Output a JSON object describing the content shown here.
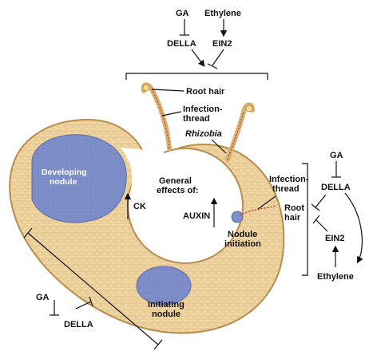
{
  "top_pathway": {
    "ga": "GA",
    "ethylene": "Ethylene",
    "della": "DELLA",
    "ein2": "EIN2"
  },
  "right_pathway": {
    "ga": "GA",
    "della": "DELLA",
    "ein2": "EIN2",
    "ethylene": "Ethylene"
  },
  "bottom_pathway": {
    "ga": "GA",
    "della": "DELLA"
  },
  "labels": {
    "root_hair_top": "Root hair",
    "infection_thread_top_1": "Infection-",
    "infection_thread_top_2": "thread",
    "rhizobia": "Rhizobia",
    "infection_thread_right_1": "Infection-",
    "infection_thread_right_2": "thread",
    "root_hair_right_1": "Root",
    "root_hair_right_2": "hair",
    "developing_nodule_1": "Developing",
    "developing_nodule_2": "nodule",
    "general_effects_1": "General",
    "general_effects_2": "effects of:",
    "ck": "CK",
    "auxin": "AUXIN",
    "nodule_initiation_1": "Nodule",
    "nodule_initiation_2": "initiation",
    "initiating_nodule_1": "Initiating",
    "initiating_nodule_2": "nodule"
  },
  "colors": {
    "tissue": "#f1d7a4",
    "tissue_edge": "#b98c4c",
    "nodule": "#7f8fc9",
    "thread": "#c03a3a"
  }
}
